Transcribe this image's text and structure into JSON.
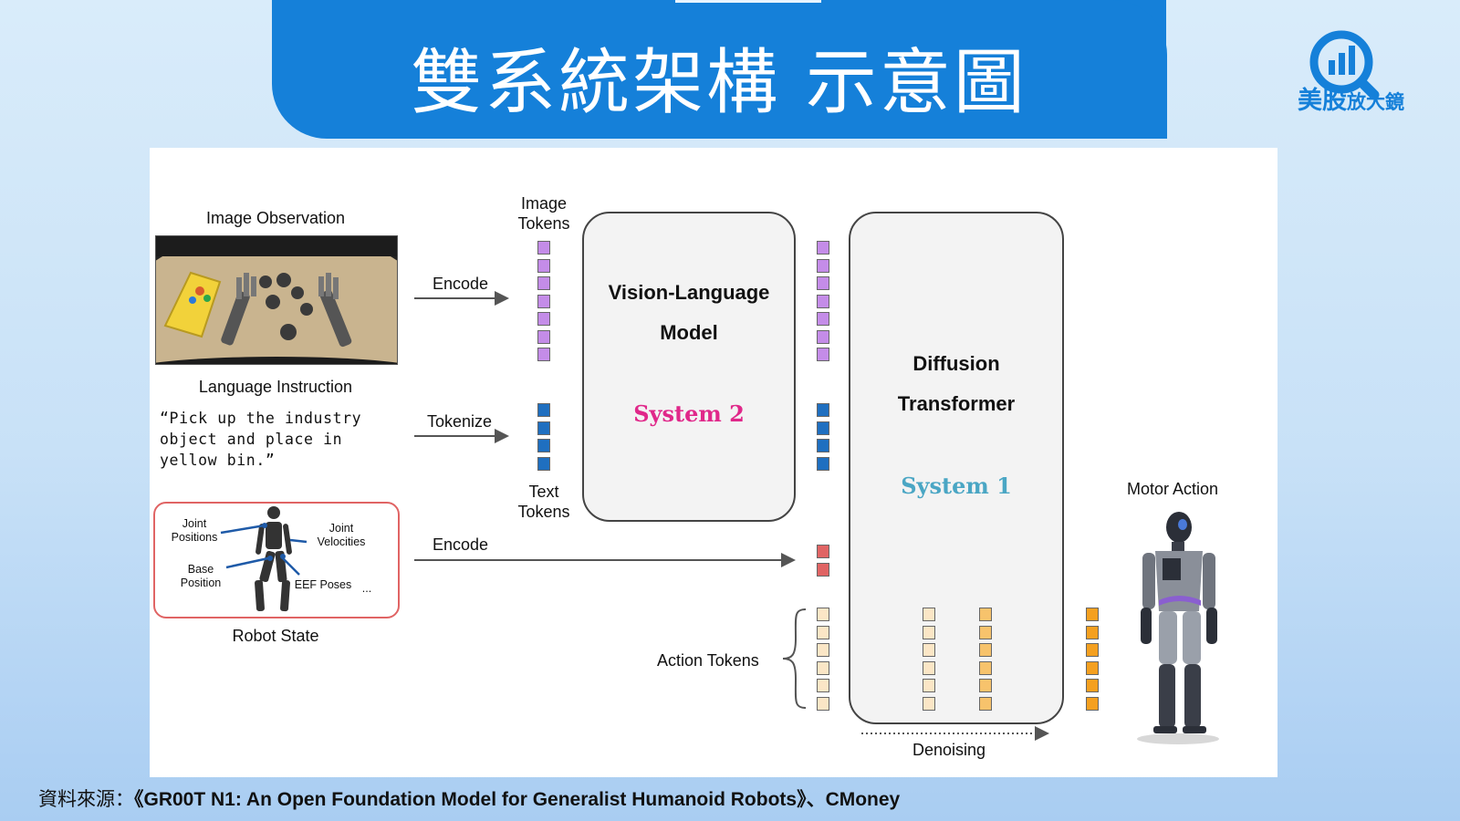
{
  "header": {
    "title": "雙系統架構 示意圖",
    "logo_main": "美股",
    "logo_sub": "放大鏡",
    "accent_color": "#1580d9"
  },
  "diagram": {
    "image_observation": "Image Observation",
    "language_instruction": "Language Instruction",
    "instruction_text": "“Pick up the industry\nobject and place in\nyellow bin.”",
    "robot_state": "Robot State",
    "robot_labels": {
      "joint_positions": "Joint\nPositions",
      "joint_velocities": "Joint\nVelocities",
      "base_position": "Base\nPosition",
      "eef_poses": "EEF Poses",
      "ellipsis": "..."
    },
    "encode_1": "Encode",
    "tokenize": "Tokenize",
    "encode_2": "Encode",
    "image_tokens": "Image\nTokens",
    "text_tokens": "Text\nTokens",
    "vlm_title_1": "Vision-Language",
    "vlm_title_2": "Model",
    "system2": "System 2",
    "dit_title_1": "Diffusion",
    "dit_title_2": "Transformer",
    "system1": "System 1",
    "action_tokens": "Action Tokens",
    "denoising": "Denoising",
    "motor_action": "Motor Action",
    "colors": {
      "image_token": "#c48ce8",
      "text_token": "#1f6fc0",
      "state_token": "#e06464",
      "action_light": "#fbe6c6",
      "action_mid": "#f7c36c",
      "action_dark": "#f4a020",
      "system2": "#e0288a",
      "system1": "#4aa6c4"
    }
  },
  "source": {
    "label": "資料來源：",
    "text": "《GR00T N1: An Open Foundation Model for Generalist Humanoid Robots》、CMoney"
  }
}
